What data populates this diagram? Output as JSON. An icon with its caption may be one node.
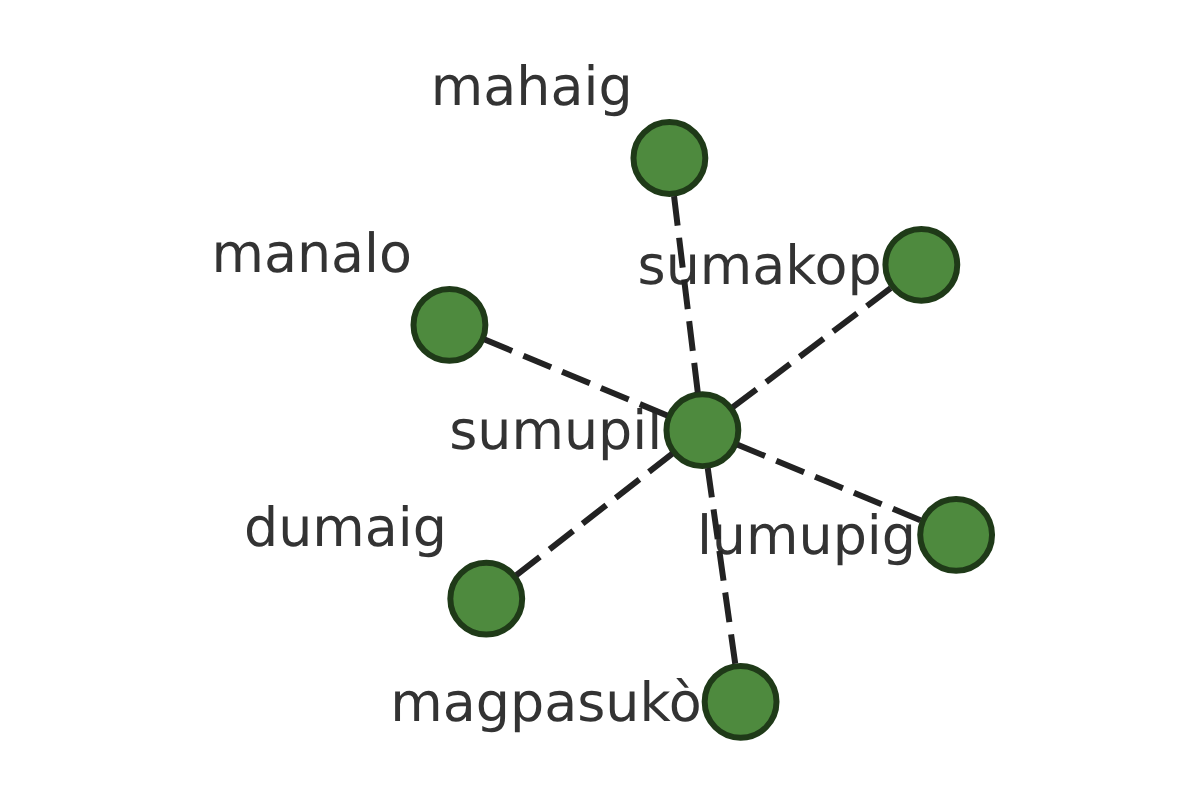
{
  "diagram": {
    "nodes": [
      {
        "text": [
          "manalo"
        ]
      },
      {
        "text": [
          "lumupig"
        ]
      },
      {
        "text": [
          "magpasukò"
        ]
      },
      {
        "text": [
          "sumupil"
        ]
      },
      {
        "text": [
          "sumakop"
        ]
      },
      {
        "text": [
          "mahaig"
        ]
      },
      {
        "text": [
          "dumaig"
        ]
      }
    ],
    "edges": [
      {
        "from": 3,
        "to": 0,
        "arrow": "none",
        "style": "dashed"
      },
      {
        "from": 3,
        "to": 1,
        "arrow": "none",
        "style": "dashed"
      },
      {
        "from": 3,
        "to": 2,
        "arrow": "none",
        "style": "dashed"
      },
      {
        "from": 3,
        "to": 4,
        "arrow": "none",
        "style": "dashed"
      },
      {
        "from": 3,
        "to": 5,
        "arrow": "none",
        "style": "dashed"
      },
      {
        "from": 3,
        "to": 6,
        "arrow": "none",
        "style": "dashed"
      }
    ]
  }
}
